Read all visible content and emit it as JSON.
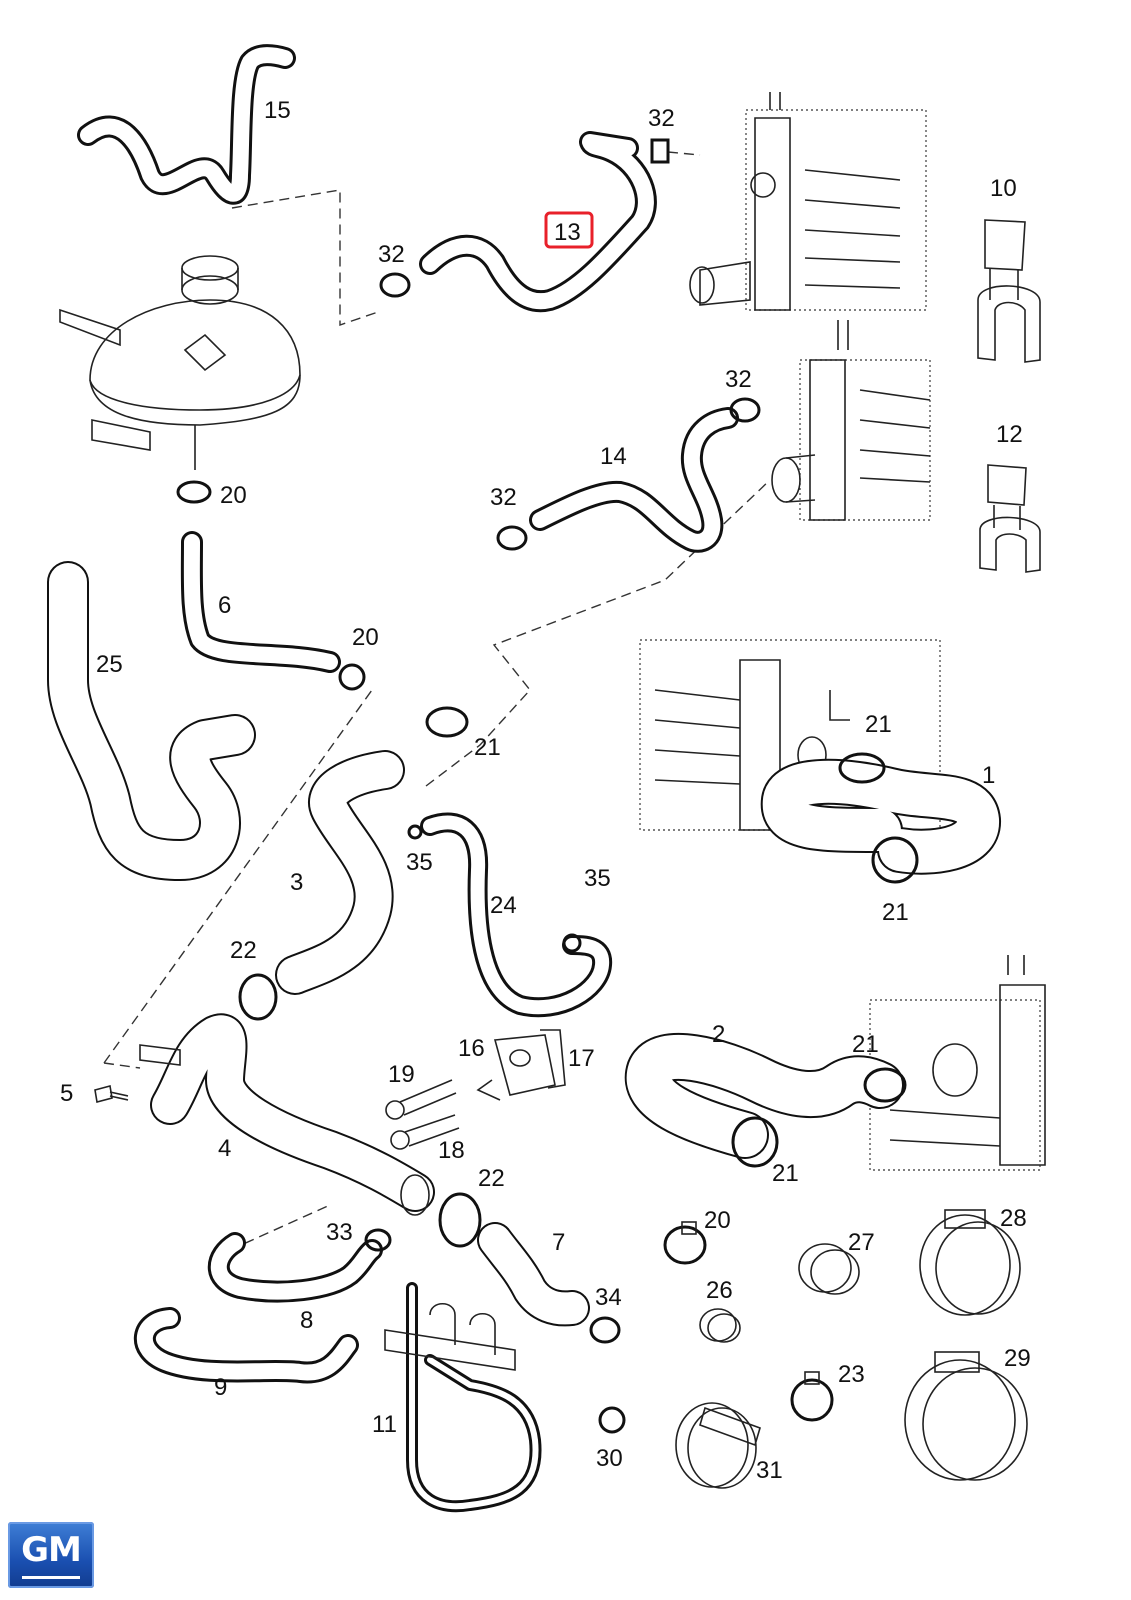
{
  "diagram": {
    "part_numbers": [
      "1",
      "2",
      "3",
      "4",
      "5",
      "6",
      "7",
      "8",
      "9",
      "10",
      "11",
      "12",
      "13",
      "14",
      "15",
      "16",
      "17",
      "18",
      "19",
      "20",
      "21",
      "22",
      "23",
      "24",
      "25",
      "26",
      "27",
      "28",
      "29",
      "30",
      "31",
      "32",
      "33",
      "34",
      "35"
    ],
    "highlighted_part": "13",
    "highlight_color": "#e8202a",
    "line_color": "#111111"
  },
  "labels": {
    "p15": "15",
    "p32a": "32",
    "p13": "13",
    "p32b": "32",
    "p10": "10",
    "p32c": "32",
    "p14": "14",
    "p32d": "32",
    "p12": "12",
    "p20a": "20",
    "p6": "6",
    "p20b": "20",
    "p25": "25",
    "p21a": "21",
    "p21b": "21",
    "p1": "1",
    "p21c": "21",
    "p35a": "35",
    "p3": "3",
    "p35b": "35",
    "p24": "24",
    "p22a": "22",
    "p2": "2",
    "p21d": "21",
    "p16": "16",
    "p17": "17",
    "p19": "19",
    "p5": "5",
    "p18": "18",
    "p4": "4",
    "p21e": "21",
    "p22b": "22",
    "p20c": "20",
    "p28": "28",
    "p27": "27",
    "p33": "33",
    "p7": "7",
    "p26": "26",
    "p34": "34",
    "p8": "8",
    "p9": "9",
    "p23": "23",
    "p29": "29",
    "p11": "11",
    "p30": "30",
    "p31": "31"
  },
  "logo": {
    "text": "GM",
    "color": "#1a4fb0"
  }
}
